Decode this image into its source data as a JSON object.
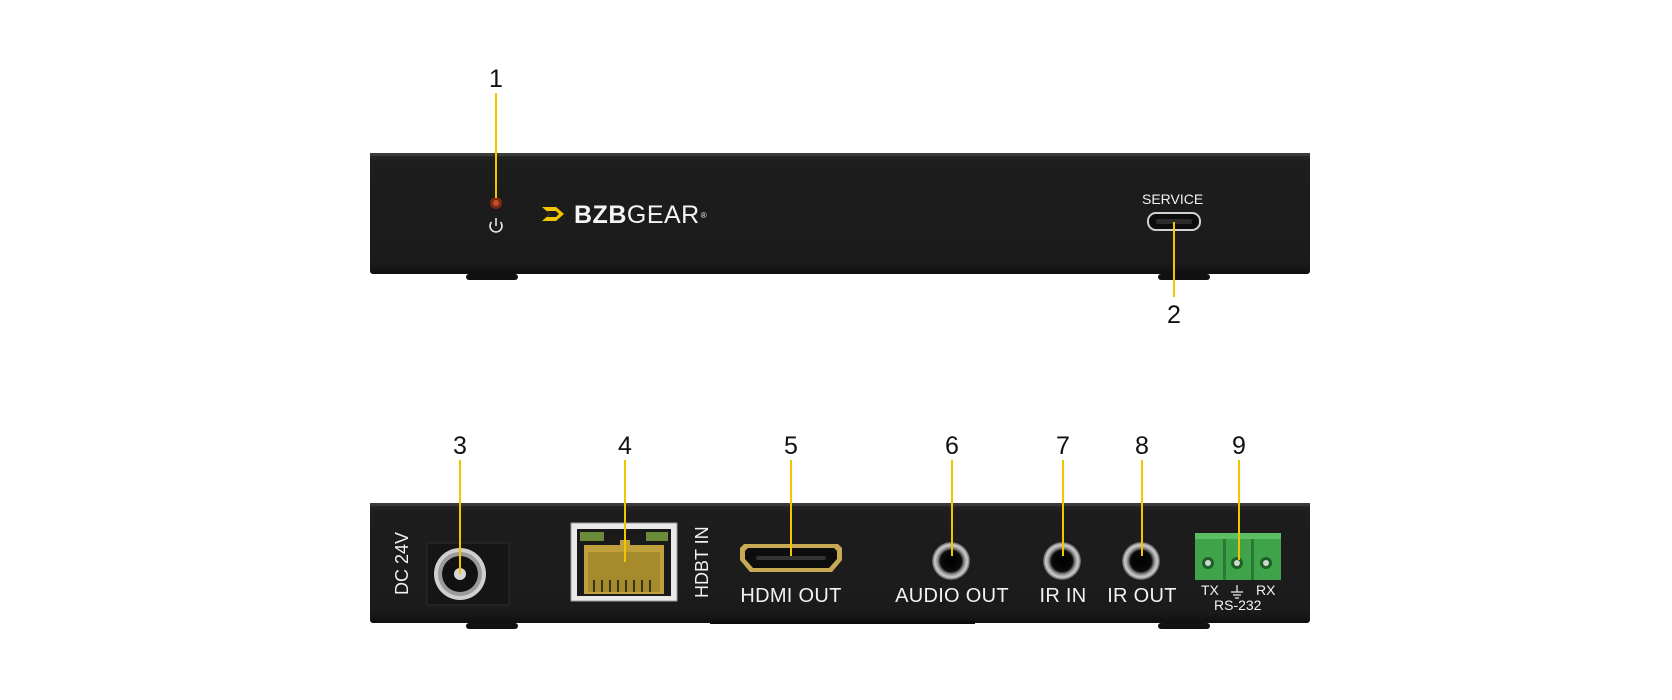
{
  "front_panel": {
    "brand_bold": "BZB",
    "brand_light": "GEAR",
    "brand_mark": "®",
    "service_label": "SERVICE"
  },
  "rear_panel": {
    "dc_label": "DC 24V",
    "hdbt_label": "HDBT IN",
    "hdmi_label": "HDMI OUT",
    "audio_label": "AUDIO OUT",
    "ir_in_label": "IR IN",
    "ir_out_label": "IR OUT",
    "rs232_tx": "TX",
    "rs232_rx": "RX",
    "rs232_label": "RS-232"
  },
  "callouts": [
    "1",
    "2",
    "3",
    "4",
    "5",
    "6",
    "7",
    "8",
    "9"
  ],
  "colors": {
    "panel": "#1e1e1e",
    "callout_line": "#f2c500",
    "logo_accent": "#f2c500",
    "terminal_green": "#3fa34a",
    "hdmi_gold": "#c8aa55",
    "rj45_gold": "#bfa03a"
  }
}
